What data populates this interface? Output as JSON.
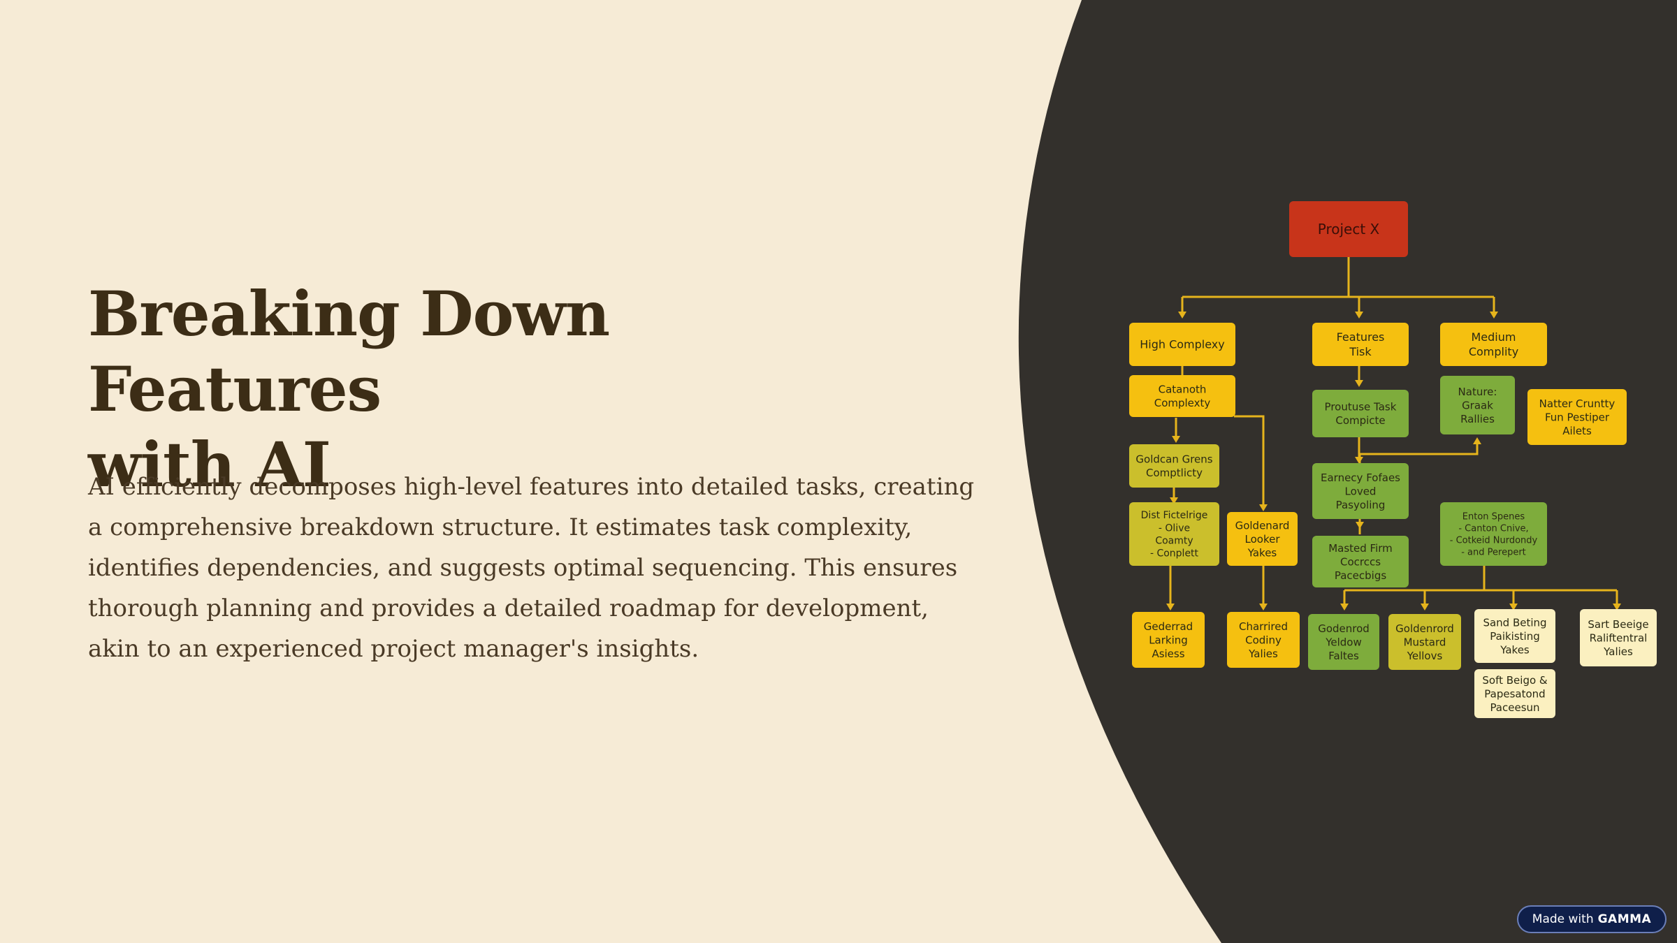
{
  "slide": {
    "title_line1": "Breaking Down Features",
    "title_line2": "with AI",
    "body": "AI efficiently decomposes high-level features into detailed tasks, creating a comprehensive breakdown structure. It estimates task complexity, identifies dependencies, and suggests optimal sequencing. This ensures thorough planning and provides a detailed roadmap for development, akin to an experienced project manager's insights."
  },
  "colors": {
    "background": "#f6ebd6",
    "dark_panel": "#33302c",
    "title": "#3c2d16",
    "red_node": "#c8341a",
    "yellow_node": "#f5c010",
    "olive_node": "#cbbf2c",
    "green_node": "#7eac3c",
    "cream_node": "#fbf0c0",
    "connector": "#e6b41c"
  },
  "diagram": {
    "root": [
      "Project X"
    ],
    "n_high": [
      "High Complexy"
    ],
    "n_feat": [
      "Features",
      "Tisk"
    ],
    "n_med": [
      "Medium",
      "Complity"
    ],
    "n_cat": [
      "Catanoth",
      "Complexty"
    ],
    "n_proto": [
      "Proutuse Task",
      "Compicte"
    ],
    "n_nature": [
      "Nature:",
      "Graak",
      "Rallies"
    ],
    "n_natter": [
      "Natter Cruntty",
      "Fun Pestiper",
      "Ailets"
    ],
    "n_golden_grens": [
      "Goldcan Grens",
      "Comptlicty"
    ],
    "n_earnecy": [
      "Earnecy Fofaes",
      "Loved",
      "Pasyoling"
    ],
    "n_dist": [
      "Dist Fictelrige",
      "- Olive",
      "Coamty",
      "- Conplett"
    ],
    "n_goldenard": [
      "Goldenard",
      "Looker",
      "Yakes"
    ],
    "n_masted": [
      "Masted Firm",
      "Cocrccs",
      "Pacecbigs"
    ],
    "n_enton": [
      "Enton Spenes",
      "- Canton Cnive,",
      "- Cotkeid Nurdondy",
      "- and Perepert"
    ],
    "n_gederrad": [
      "Gederrad",
      "Larking",
      "Asiess"
    ],
    "n_charrired": [
      "Charrired",
      "Codiny",
      "Yalies"
    ],
    "n_godenrod": [
      "Godenrod",
      "Yeldow",
      "Faltes"
    ],
    "n_goldenrord": [
      "Goldenrord",
      "Mustard",
      "Yellovs"
    ],
    "n_sand": [
      "Sand Beting",
      "Paikisting",
      "Yakes"
    ],
    "n_sart": [
      "Sart Beeige",
      "Raliftentral",
      "Yalies"
    ],
    "n_soft": [
      "Soft Beigo &",
      "Papesatond",
      "Paceesun"
    ]
  },
  "badge": {
    "prefix": "Made with",
    "brand": "GAMMA"
  }
}
